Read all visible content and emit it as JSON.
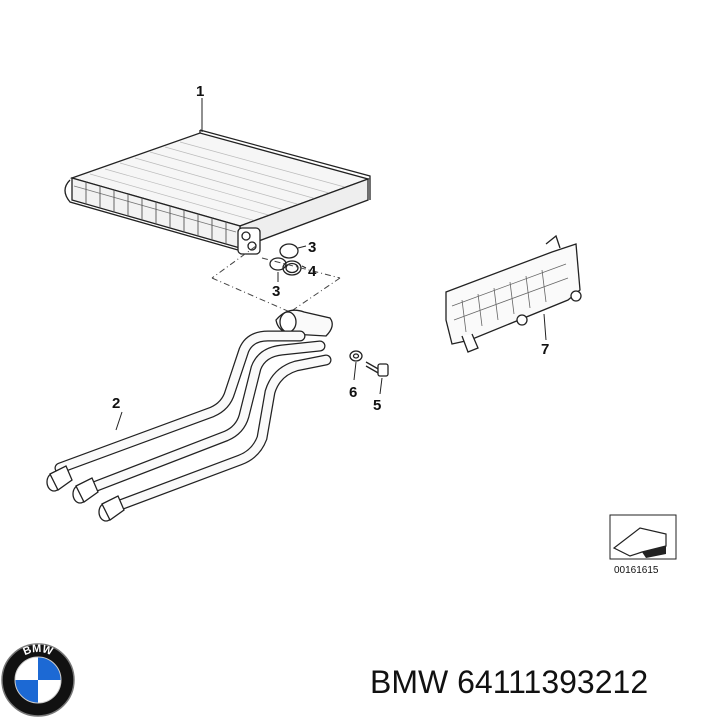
{
  "diagram": {
    "callouts": {
      "p1": "1",
      "p2": "2",
      "p3a": "3",
      "p3b": "3",
      "p4": "4",
      "p5": "5",
      "p6": "6",
      "p7": "7"
    },
    "reference_number": "00161615"
  },
  "caption": {
    "text": "BMW 64111393212"
  },
  "logo": {
    "letters": "BMW",
    "colors": {
      "blue": "#1c69d4",
      "black": "#111111",
      "white": "#ffffff"
    }
  }
}
